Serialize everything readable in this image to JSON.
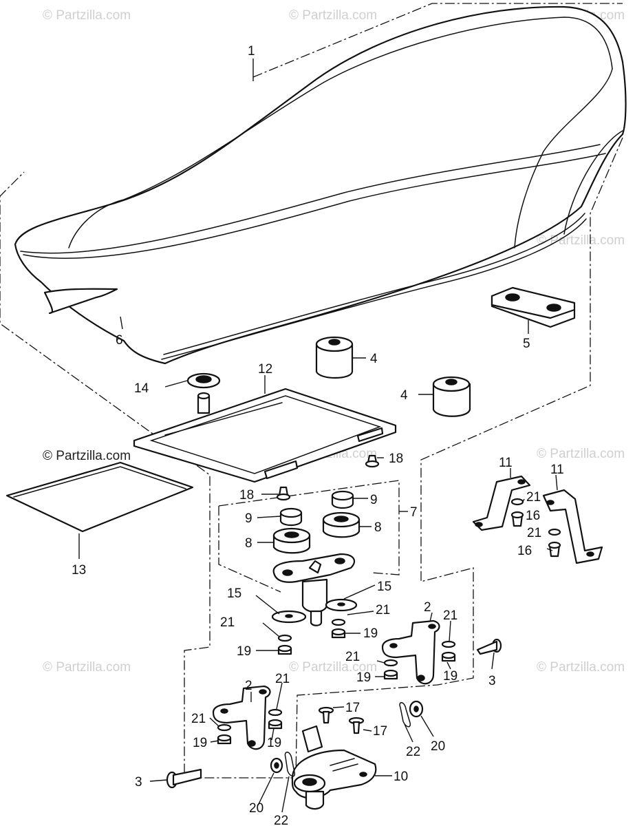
{
  "watermark": {
    "text": "© Partzilla.com"
  },
  "callouts": {
    "c1": "1",
    "c2a": "2",
    "c2b": "2",
    "c3a": "3",
    "c3b": "3",
    "c4a": "4",
    "c4b": "4",
    "c5": "5",
    "c6": "6",
    "c7": "7",
    "c8a": "8",
    "c8b": "8",
    "c9a": "9",
    "c9b": "9",
    "c10": "10",
    "c11a": "11",
    "c11b": "11",
    "c12": "12",
    "c13": "13",
    "c14": "14",
    "c15a": "15",
    "c15b": "15",
    "c16a": "16",
    "c16b": "16",
    "c17a": "17",
    "c17b": "17",
    "c18a": "18",
    "c18b": "18",
    "c19a": "19",
    "c19b": "19",
    "c19c": "19",
    "c19d": "19",
    "c19e": "19",
    "c19f": "19",
    "c20a": "20",
    "c20b": "20",
    "c21a": "21",
    "c21b": "21",
    "c21c": "21",
    "c21d": "21",
    "c21e": "21",
    "c21f": "21",
    "c21g": "21",
    "c21h": "21",
    "c22a": "22",
    "c22b": "22"
  }
}
